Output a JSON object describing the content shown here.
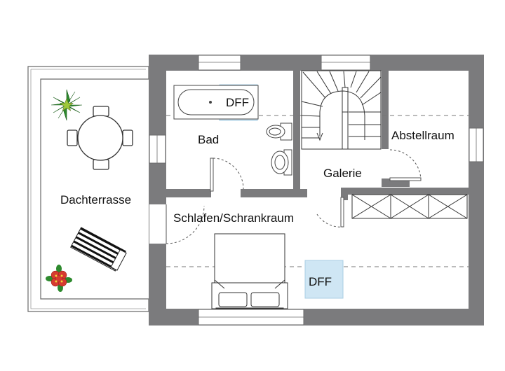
{
  "rooms": {
    "bad": "Bad",
    "abstellraum": "Abstellraum",
    "galerie": "Galerie",
    "dachterrasse": "Dachterrasse",
    "schlafen": "Schlafen/Schrankraum"
  },
  "skylights": {
    "dff_bad": "DFF",
    "dff_schlafen": "DFF"
  },
  "colors": {
    "wall": "#7b7b7d",
    "skylight_fill": "#cfe6f4",
    "plant_green": "#2e8a2e",
    "flower_red": "#d63a2f"
  }
}
